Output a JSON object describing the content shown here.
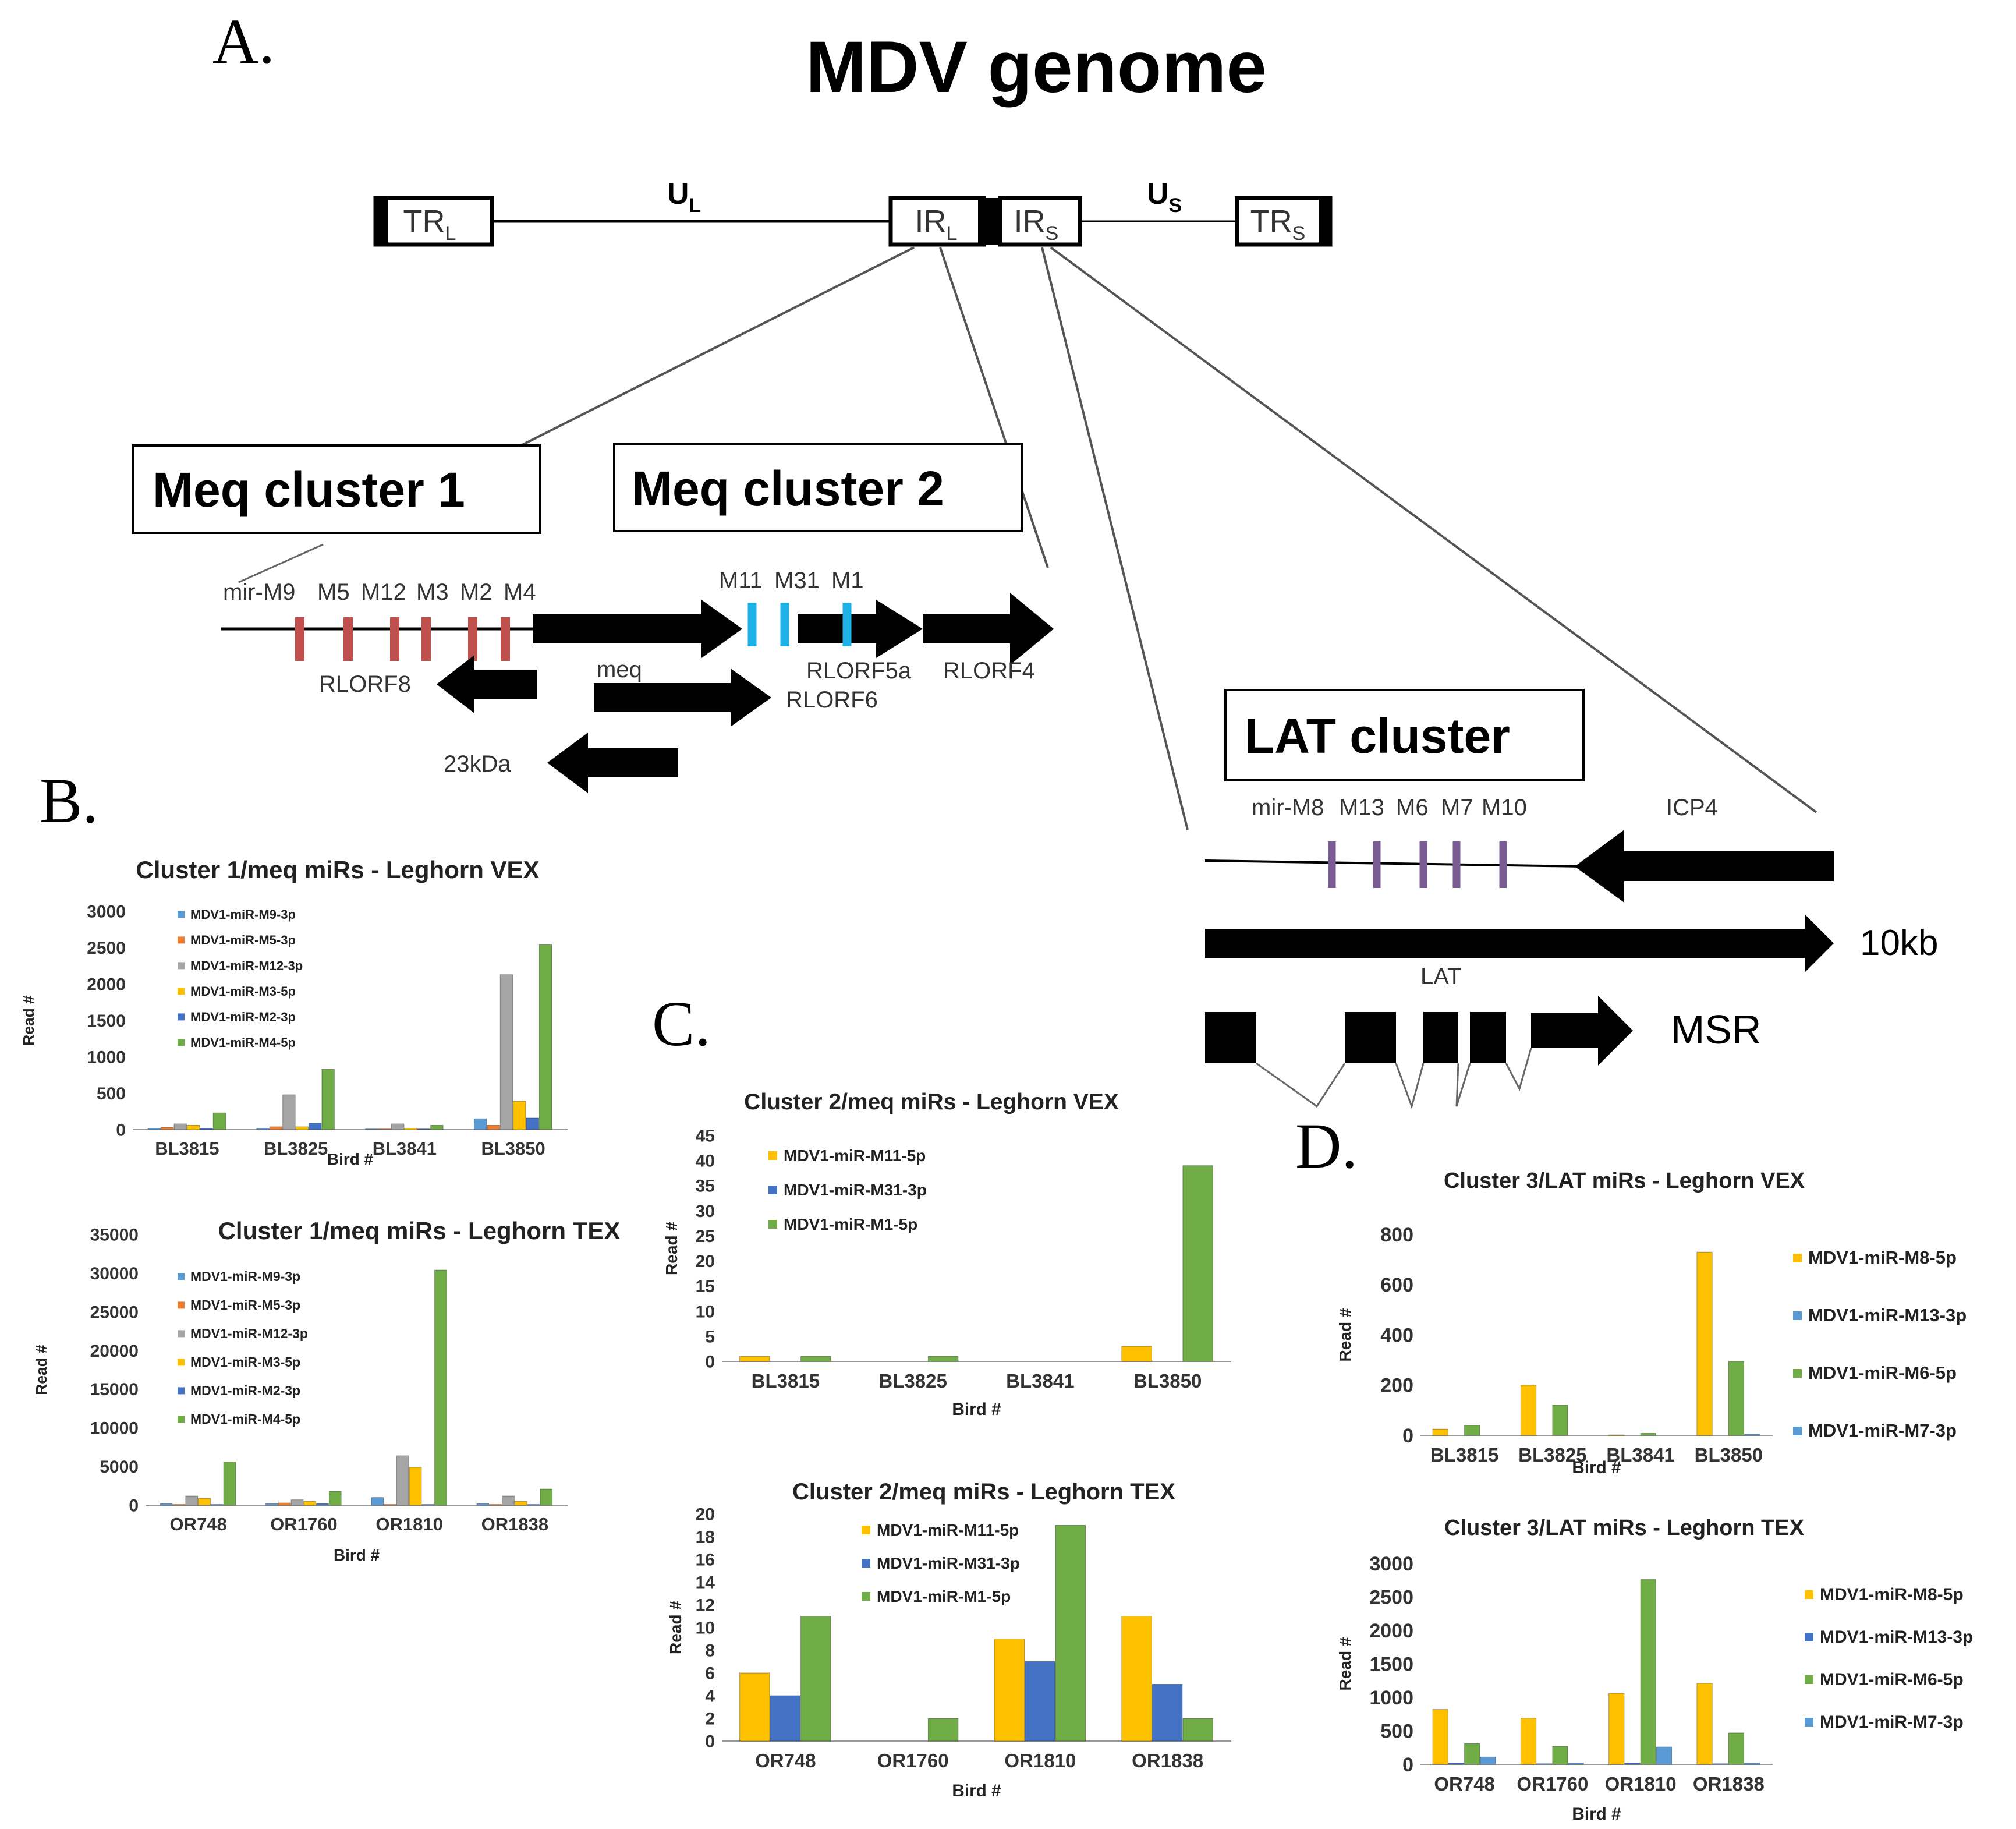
{
  "figure": {
    "title": "MDV genome",
    "panel_labels": {
      "a": "A.",
      "b": "B.",
      "c": "C.",
      "d": "D."
    }
  },
  "genome": {
    "trl_main": "TR",
    "trl_sub": "L",
    "ul_main": "U",
    "ul_sub": "L",
    "irl_main": "IR",
    "irl_sub": "L",
    "irs_main": "IR",
    "irs_sub": "S",
    "us_main": "U",
    "us_sub": "S",
    "trs_main": "TR",
    "trs_sub": "S"
  },
  "meq_cluster_1": {
    "box_label": "Meq cluster 1",
    "mir_labels": [
      "mir-M9",
      "M5",
      "M12",
      "M3",
      "M2",
      "M4"
    ],
    "rlorf8": "RLORF8",
    "meq": "meq",
    "rlorf6": "RLORF6",
    "kda23": "23kDa",
    "marker_color": "#c0504d"
  },
  "meq_cluster_2": {
    "box_label": "Meq cluster 2",
    "mir_labels": [
      "M11",
      "M31",
      "M1"
    ],
    "rlorf5a": "RLORF5a",
    "rlorf4": "RLORF4",
    "marker_color": "#1fb2e6"
  },
  "lat_cluster": {
    "box_label": "LAT cluster",
    "mir_labels": [
      "mir-M8",
      "M13",
      "M6",
      "M7",
      "M10"
    ],
    "icp4": "ICP4",
    "lat": "LAT",
    "scale": "10kb",
    "msr": "MSR",
    "marker_color": "#7a5c94"
  },
  "colors": {
    "light_blue": "#5b9bd5",
    "orange": "#ed7d31",
    "gray": "#a5a5a5",
    "yellow": "#ffc000",
    "blue": "#4472c4",
    "green": "#70ad47"
  },
  "chart_data": [
    {
      "id": "b1",
      "type": "bar",
      "title": "Cluster 1/meq miRs - Leghorn VEX",
      "xlabel": "Bird #",
      "ylabel": "Read #",
      "categories": [
        "BL3815",
        "BL3825",
        "BL3841",
        "BL3850"
      ],
      "ylim": [
        0,
        3000
      ],
      "yticks": [
        0,
        500,
        1000,
        1500,
        2000,
        2500,
        3000
      ],
      "legend": "top-left",
      "series": [
        {
          "name": "MDV1-miR-M9-3p",
          "color": "#5b9bd5",
          "values": [
            20,
            20,
            10,
            150
          ]
        },
        {
          "name": "MDV1-miR-M5-3p",
          "color": "#ed7d31",
          "values": [
            30,
            40,
            10,
            60
          ]
        },
        {
          "name": "MDV1-miR-M12-3p",
          "color": "#a5a5a5",
          "values": [
            80,
            480,
            80,
            2130
          ]
        },
        {
          "name": "MDV1-miR-M3-5p",
          "color": "#ffc000",
          "values": [
            60,
            40,
            20,
            390
          ]
        },
        {
          "name": "MDV1-miR-M2-3p",
          "color": "#4472c4",
          "values": [
            20,
            90,
            10,
            160
          ]
        },
        {
          "name": "MDV1-miR-M4-5p",
          "color": "#70ad47",
          "values": [
            230,
            830,
            60,
            2540
          ]
        }
      ]
    },
    {
      "id": "b2",
      "type": "bar",
      "title": "Cluster 1/meq miRs - Leghorn TEX",
      "xlabel": "Bird #",
      "ylabel": "Read #",
      "categories": [
        "OR748",
        "OR1760",
        "OR1810",
        "OR1838"
      ],
      "ylim": [
        0,
        35000
      ],
      "yticks": [
        0,
        5000,
        10000,
        15000,
        20000,
        25000,
        30000,
        35000
      ],
      "legend": "top-left",
      "series": [
        {
          "name": "MDV1-miR-M9-3p",
          "color": "#5b9bd5",
          "values": [
            200,
            200,
            1000,
            200
          ]
        },
        {
          "name": "MDV1-miR-M5-3p",
          "color": "#ed7d31",
          "values": [
            100,
            300,
            100,
            100
          ]
        },
        {
          "name": "MDV1-miR-M12-3p",
          "color": "#a5a5a5",
          "values": [
            1200,
            700,
            6400,
            1200
          ]
        },
        {
          "name": "MDV1-miR-M3-5p",
          "color": "#ffc000",
          "values": [
            900,
            500,
            4900,
            500
          ]
        },
        {
          "name": "MDV1-miR-M2-3p",
          "color": "#4472c4",
          "values": [
            100,
            200,
            100,
            100
          ]
        },
        {
          "name": "MDV1-miR-M4-5p",
          "color": "#70ad47",
          "values": [
            5600,
            1800,
            30400,
            2100
          ]
        }
      ]
    },
    {
      "id": "c1",
      "type": "bar",
      "title": "Cluster 2/meq miRs - Leghorn VEX",
      "xlabel": "Bird #",
      "ylabel": "Read #",
      "categories": [
        "BL3815",
        "BL3825",
        "BL3841",
        "BL3850"
      ],
      "ylim": [
        0,
        45
      ],
      "yticks": [
        0,
        5,
        10,
        15,
        20,
        25,
        30,
        35,
        40,
        45
      ],
      "legend": "top-left",
      "series": [
        {
          "name": "MDV1-miR-M11-5p",
          "color": "#ffc000",
          "values": [
            1,
            0,
            0,
            3
          ]
        },
        {
          "name": "MDV1-miR-M31-3p",
          "color": "#4472c4",
          "values": [
            0,
            0,
            0,
            0
          ]
        },
        {
          "name": "MDV1-miR-M1-5p",
          "color": "#70ad47",
          "values": [
            1,
            1,
            0,
            39
          ]
        }
      ]
    },
    {
      "id": "c2",
      "type": "bar",
      "title": "Cluster 2/meq miRs - Leghorn TEX",
      "xlabel": "Bird #",
      "ylabel": "Read #",
      "categories": [
        "OR748",
        "OR1760",
        "OR1810",
        "OR1838"
      ],
      "ylim": [
        0,
        20
      ],
      "yticks": [
        0,
        2,
        4,
        6,
        8,
        10,
        12,
        14,
        16,
        18,
        20
      ],
      "legend": "top-left",
      "series": [
        {
          "name": "MDV1-miR-M11-5p",
          "color": "#ffc000",
          "values": [
            6,
            0,
            9,
            11
          ]
        },
        {
          "name": "MDV1-miR-M31-3p",
          "color": "#4472c4",
          "values": [
            4,
            0,
            7,
            5
          ]
        },
        {
          "name": "MDV1-miR-M1-5p",
          "color": "#70ad47",
          "values": [
            11,
            2,
            19,
            2
          ]
        }
      ]
    },
    {
      "id": "d1",
      "type": "bar",
      "title": "Cluster 3/LAT miRs - Leghorn VEX",
      "xlabel": "Bird #",
      "ylabel": "Read #",
      "categories": [
        "BL3815",
        "BL3825",
        "BL3841",
        "BL3850"
      ],
      "ylim": [
        0,
        800
      ],
      "yticks": [
        0,
        200,
        400,
        600,
        800
      ],
      "legend": "right",
      "series": [
        {
          "name": "MDV1-miR-M8-5p",
          "color": "#ffc000",
          "values": [
            25,
            200,
            2,
            730
          ]
        },
        {
          "name": "MDV1-miR-M13-3p",
          "color": "#5b9bd5",
          "values": [
            0,
            0,
            0,
            0
          ]
        },
        {
          "name": "MDV1-miR-M6-5p",
          "color": "#70ad47",
          "values": [
            40,
            120,
            8,
            295
          ]
        },
        {
          "name": "MDV1-miR-M7-3p",
          "color": "#5b9bd5",
          "values": [
            0,
            0,
            0,
            5
          ]
        }
      ]
    },
    {
      "id": "d2",
      "type": "bar",
      "title": "Cluster 3/LAT miRs - Leghorn TEX",
      "xlabel": "Bird #",
      "ylabel": "Read #",
      "categories": [
        "OR748",
        "OR1760",
        "OR1810",
        "OR1838"
      ],
      "ylim": [
        0,
        3000
      ],
      "yticks": [
        0,
        500,
        1000,
        1500,
        2000,
        2500,
        3000
      ],
      "legend": "right",
      "series": [
        {
          "name": "MDV1-miR-M8-5p",
          "color": "#ffc000",
          "values": [
            820,
            690,
            1060,
            1210
          ]
        },
        {
          "name": "MDV1-miR-M13-3p",
          "color": "#4472c4",
          "values": [
            20,
            10,
            20,
            10
          ]
        },
        {
          "name": "MDV1-miR-M6-5p",
          "color": "#70ad47",
          "values": [
            310,
            270,
            2760,
            470
          ]
        },
        {
          "name": "MDV1-miR-M7-3p",
          "color": "#5b9bd5",
          "values": [
            110,
            20,
            260,
            20
          ]
        }
      ]
    }
  ]
}
